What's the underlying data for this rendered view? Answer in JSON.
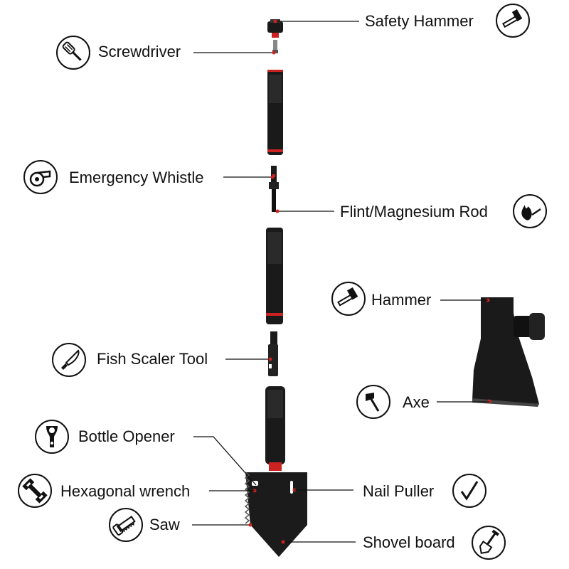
{
  "labels": {
    "safety_hammer": "Safety Hammer",
    "screwdriver": "Screwdriver",
    "emergency_whistle": "Emergency Whistle",
    "flint_magnesium_rod": "Flint/Magnesium Rod",
    "hammer": "Hammer",
    "fish_scaler_tool": "Fish Scaler Tool",
    "axe": "Axe",
    "bottle_opener": "Bottle Opener",
    "hexagonal_wrench": "Hexagonal wrench",
    "nail_puller": "Nail Puller",
    "saw": "Saw",
    "shovel_board": "Shovel board"
  },
  "icons": {
    "safety_hammer": "hammer-icon",
    "screwdriver": "screwdriver-icon",
    "emergency_whistle": "whistle-icon",
    "flint_magnesium_rod": "fire-match-icon",
    "hammer": "hammer-icon",
    "fish_scaler_tool": "knife-icon",
    "axe": "axe-icon",
    "bottle_opener": "bottle-opener-icon",
    "hexagonal_wrench": "wrench-icon",
    "nail_puller": "check-icon",
    "saw": "saw-icon",
    "shovel_board": "shovel-icon"
  },
  "colors": {
    "tool_black": "#1a1a1a",
    "accent_red": "#cc2222",
    "line": "#111111"
  }
}
